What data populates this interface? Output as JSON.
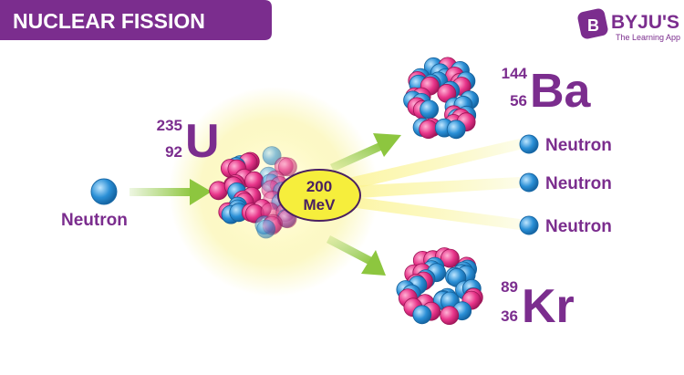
{
  "header": {
    "title": "NUCLEAR FISSION",
    "banner_color": "#7b2d8e"
  },
  "brand": {
    "name": "BYJU'S",
    "tagline": "The Learning App",
    "logo_letter": "B",
    "color": "#7b2d8e"
  },
  "incoming": {
    "label": "Neutron"
  },
  "target_nucleus": {
    "mass_number": "235",
    "atomic_number": "92",
    "symbol": "U"
  },
  "energy": {
    "value": "200",
    "unit": "MeV"
  },
  "product_ba": {
    "mass_number": "144",
    "atomic_number": "56",
    "symbol": "Ba"
  },
  "product_kr": {
    "mass_number": "89",
    "atomic_number": "36",
    "symbol": "Kr"
  },
  "released_neutrons": [
    {
      "label": "Neutron"
    },
    {
      "label": "Neutron"
    },
    {
      "label": "Neutron"
    }
  ],
  "colors": {
    "proton": "#e8358a",
    "neutron": "#2a8fd6",
    "arrow": "#8dc63f",
    "energy_fill": "#f6ee3c",
    "label": "#7b2d8e"
  }
}
